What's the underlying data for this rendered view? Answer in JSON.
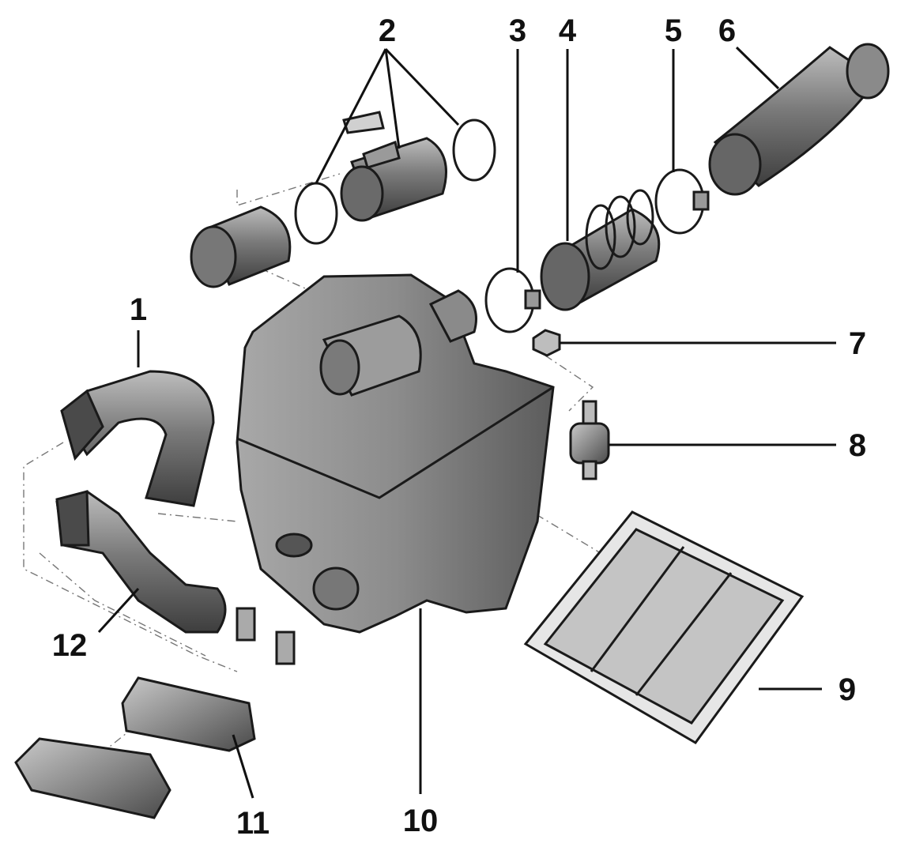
{
  "callouts": {
    "c1": "1",
    "c2": "2",
    "c3": "3",
    "c4": "4",
    "c5": "5",
    "c6": "6",
    "c7": "7",
    "c8": "8",
    "c9": "9",
    "c10": "10",
    "c11": "11",
    "c12": "12"
  },
  "colors": {
    "ink": "#111111",
    "part_dark": "#5a5a5a",
    "part_mid": "#8c8c8c",
    "part_light": "#bdbdbd",
    "background": "#ffffff"
  }
}
